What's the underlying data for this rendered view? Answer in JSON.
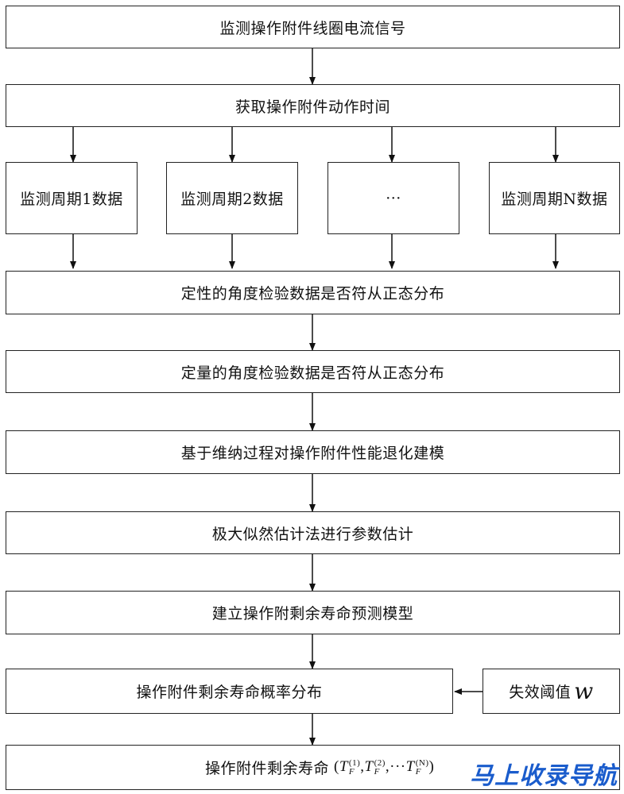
{
  "steps": {
    "s1": "监测操作附件线圈电流信号",
    "s2": "获取操作附件动作时间",
    "p1": "监测周期1数据",
    "p2": "监测周期2数据",
    "p3": "···",
    "p4": "监测周期N数据",
    "s3": "定性的角度检验数据是否符从正态分布",
    "s4": "定量的角度检验数据是否符从正态分布",
    "s5": "基于维纳过程对操作附件性能退化建模",
    "s6": "极大似然估计法进行参数估计",
    "s7": "建立操作附剩余寿命预测模型",
    "s8": "操作附件剩余寿命概率分布",
    "threshold": "失效阈值",
    "threshold_var": "w",
    "s9": "操作附件剩余寿命"
  },
  "formula": {
    "open": "(",
    "T": "T",
    "sub": "F",
    "sup1": "(1)",
    "sup2": "(2)",
    "sep": ",",
    "dots": ",···",
    "supN": "(N)",
    "close": ")"
  },
  "watermark": "马上收录导航"
}
